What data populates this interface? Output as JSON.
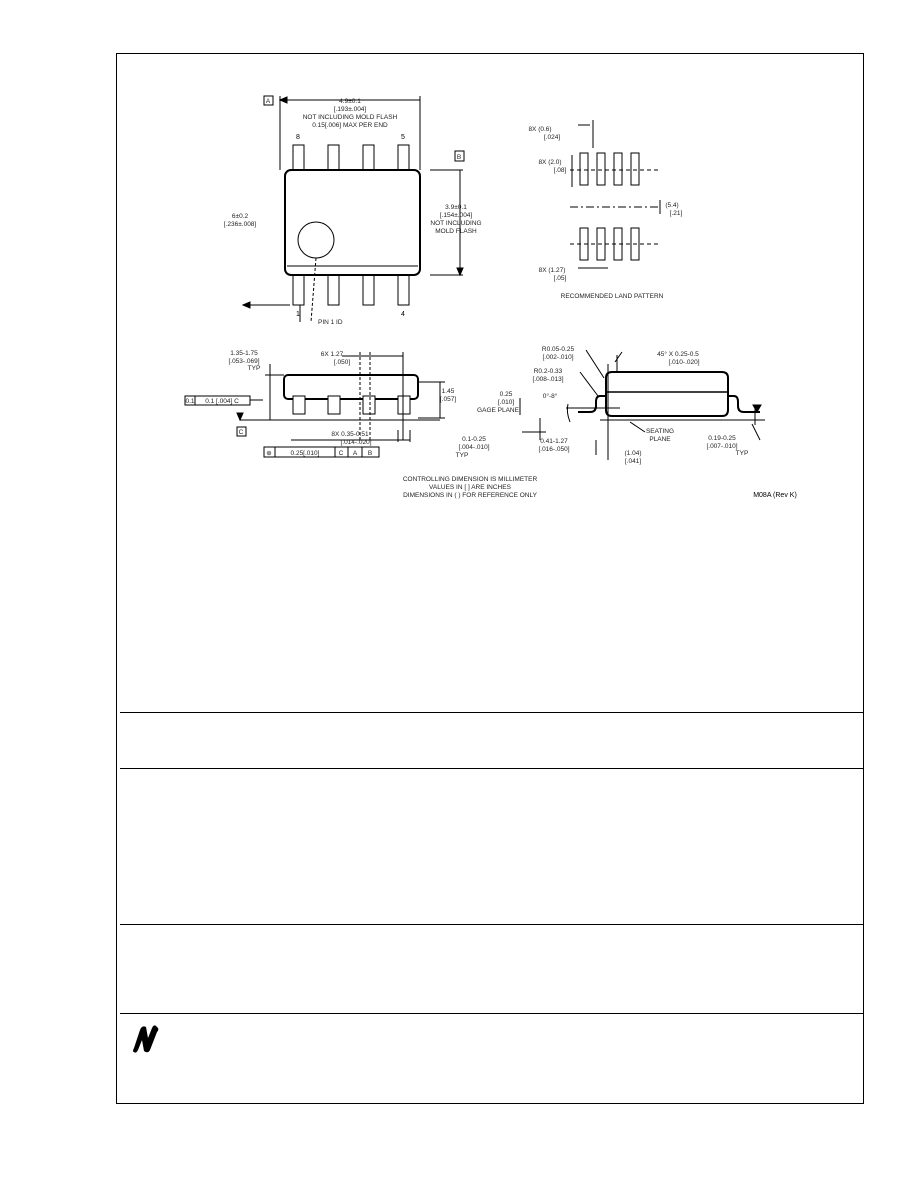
{
  "drawing": {
    "top_view": {
      "width_dim": [
        "4.9±0.1",
        "[.193±.004]"
      ],
      "width_note": [
        "NOT INCLUDING MOLD FLASH",
        "0.15[.006] MAX PER END"
      ],
      "pin8": "8",
      "pin5": "5",
      "pin1": "1",
      "pin4": "4",
      "pin1_id": "PIN 1 ID",
      "datum_a": "A",
      "datum_b": "B",
      "overall_dim": [
        "6±0.2",
        "[.236±.008]"
      ],
      "body_dim": [
        "3.9±0.1",
        "[.154±.004]"
      ],
      "body_note": [
        "NOT INCLUDING",
        "MOLD FLASH"
      ]
    },
    "land_pattern": {
      "title": "RECOMMENDED LAND PATTERN",
      "pitch_dim": [
        "8X (0.6)",
        "[.024]"
      ],
      "pad_len_dim": [
        "8X (2.0)",
        "[.08]"
      ],
      "row_dim": [
        "(5.4)",
        "[.21]"
      ],
      "pad_pitch_dim": [
        "8X (1.27)",
        "[.05]"
      ]
    },
    "front_view": {
      "height_dim": [
        "1.35-1.75",
        "[.053-.069]"
      ],
      "height_typ": "TYP",
      "pitch_dim": [
        "6X 1.27",
        "[.050]"
      ],
      "standoff_dim": [
        "1.45",
        "[.057]"
      ],
      "coplanarity": "0.1 [.004] C",
      "coplanarity_box": "0.1",
      "datum_c": "C",
      "lead_dim": [
        "8X 0.35-0.51",
        "[.014-.020]"
      ],
      "fcf": [
        "⊕",
        "0.25[.010]",
        "C",
        "A",
        "B"
      ],
      "bottom_dim": [
        "0.1-0.25",
        "[.004-.010]",
        "TYP"
      ]
    },
    "side_view": {
      "radius1": [
        "R0.05-0.25",
        "[.002-.010]"
      ],
      "radius2": [
        "R0.2-0.33",
        "[.008-.013]"
      ],
      "chamfer": [
        "45° X 0.25-0.5",
        "[.010-.020]"
      ],
      "gauge": [
        "0.25",
        "[.010]"
      ],
      "gauge_plane": "GAGE PLANE",
      "angle": "0°-8°",
      "foot_dim": [
        "0.41-1.27",
        "[.016-.050]"
      ],
      "foot_len": [
        "(1.04)",
        "[.041]"
      ],
      "seating_plane": [
        "SEATING",
        "PLANE"
      ],
      "thickness_dim": [
        "0.19-0.25",
        "[.007-.010]"
      ],
      "thickness_typ": "TYP"
    },
    "notes": [
      "CONTROLLING DIMENSION IS MILLIMETER",
      "VALUES IN [ ] ARE INCHES",
      "DIMENSIONS IN ( ) FOR REFERENCE ONLY"
    ],
    "drawing_id": "M08A (Rev K)"
  }
}
